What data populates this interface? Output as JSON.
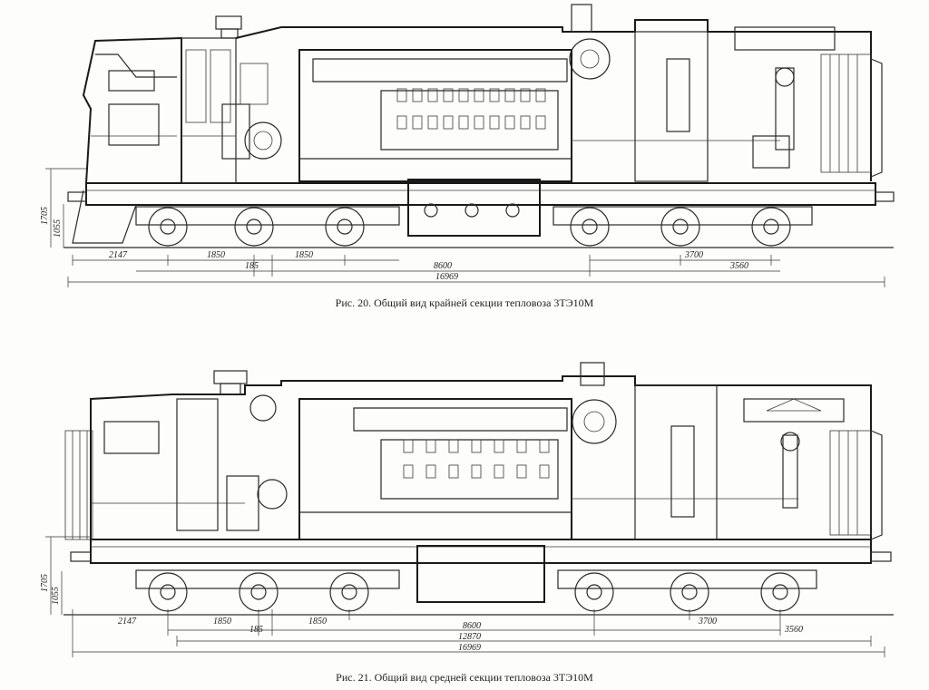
{
  "figures": [
    {
      "caption": "Рис. 20. Общий вид крайней секции тепловоза 3ТЭ10М",
      "dims_horizontal": [
        "2147",
        "1850",
        "185",
        "1850",
        "8600",
        "16969",
        "3700",
        "3560"
      ],
      "dims_vertical": [
        "1705",
        "1055"
      ]
    },
    {
      "caption": "Рис. 21. Общий вид средней секции тепловоза 3ТЭ10М",
      "dims_horizontal": [
        "2147",
        "1850",
        "185",
        "1850",
        "8600",
        "12870",
        "16969",
        "3700",
        "3560"
      ],
      "dims_vertical": [
        "1705",
        "1055"
      ]
    }
  ]
}
